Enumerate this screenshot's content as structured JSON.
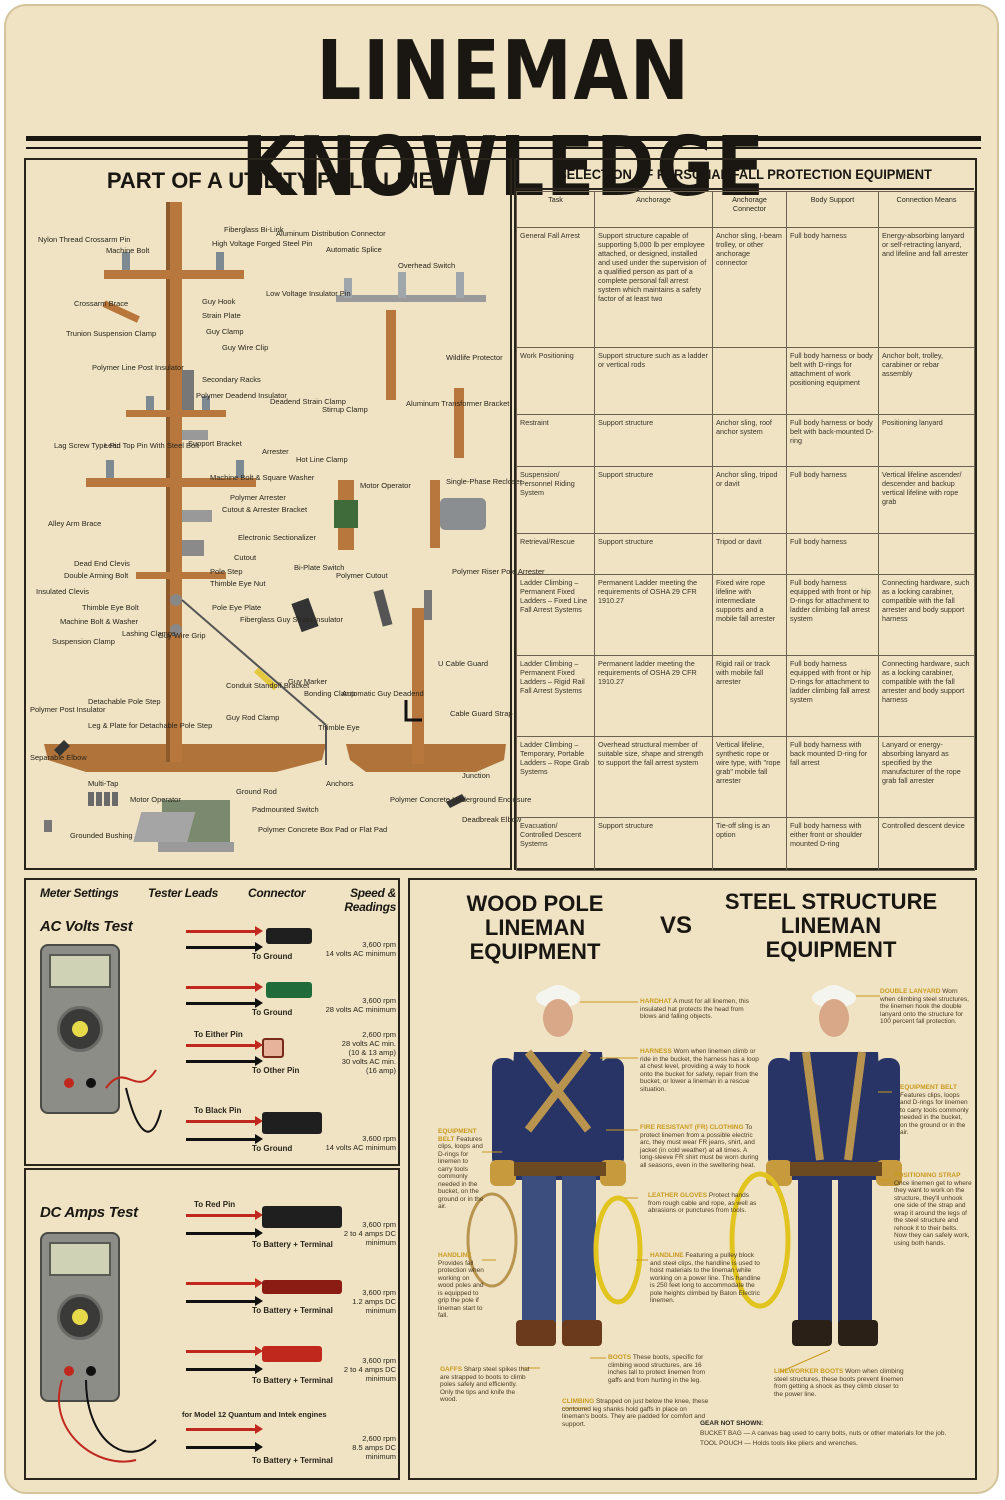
{
  "title": "LINEMAN KNOWLEDGE",
  "pole_panel": {
    "title": "PART OF A UTILITY POLE LINE",
    "labels": [
      "Nylon Thread Crossarm Pin",
      "Machine Bolt",
      "Fiberglass Bi-Link",
      "High Voltage Forged Steel Pin",
      "Aluminum Distribution Connector",
      "Automatic Splice",
      "Overhead Switch",
      "Crossarm Brace",
      "Guy Hook",
      "Low Voltage Insulator Pin",
      "Strain Plate",
      "Trunion Suspension Clamp",
      "Guy Clamp",
      "Guy Wire Clip",
      "Polymer Line Post Insulator",
      "Secondary Racks",
      "Wildlife Protector",
      "Polymer Deadend Insulator",
      "Deadend Strain Clamp",
      "Stirrup Clamp",
      "Aluminum Transformer Bracket",
      "Lag Screw Type Pin",
      "Lead Top Pin With Steel Bolt",
      "Support Bracket",
      "Arrester",
      "Hot Line Clamp",
      "Machine Bolt & Square Washer",
      "Polymer Arrester",
      "Motor Operator",
      "Single-Phase Recloser",
      "Cutout & Arrester Bracket",
      "Alley Arm Brace",
      "Electronic Sectionalizer",
      "Cutout",
      "Dead End Clevis",
      "Double Arming Bolt",
      "Pole Step",
      "Thimble Eye Nut",
      "Bi-Plate Switch",
      "Polymer Cutout",
      "Polymer Riser Pole Arrester",
      "Insulated Clevis",
      "Thimble Eye Bolt",
      "Pole Eye Plate",
      "Machine Bolt & Washer",
      "Fiberglass Guy Strain Insulator",
      "Lashing Clamps",
      "Guy Wire Grip",
      "Suspension Clamp",
      "Guy Marker",
      "U Cable Guard",
      "Conduit Standoff Bracket",
      "Bonding Clamp",
      "Automatic Guy Deadend",
      "Cable Guard Strap",
      "Polymer Post Insulator",
      "Detachable Pole Step",
      "Guy Rod Clamp",
      "Thimble Eye",
      "Leg & Plate for Detachable Pole Step",
      "Separable Elbow",
      "Anchors",
      "Junction",
      "Ground Rod",
      "Multi-Tap",
      "Motor Operator",
      "Padmounted Switch",
      "Polymer Concrete Underground Enclosure",
      "Deadbreak Elbow",
      "Polymer Concrete Box Pad or Flat Pad",
      "Grounded Bushing"
    ]
  },
  "fall_table": {
    "title": "SELECTION OF PERSONAL FALL PROTECTION EQUIPMENT",
    "headers": [
      "Task",
      "Anchorage",
      "Anchorage Connector",
      "Body Support",
      "Connection Means"
    ],
    "rows": [
      [
        "General Fall Arrest",
        "Support structure capable of supporting 5,000 lb per employee attached, or designed, installed and used under the supervision of a qualified person as part of a complete personal fall arrest system which maintains a safety factor of at least two",
        "Anchor sling, I-beam trolley, or other anchorage connector",
        "Full body harness",
        "Energy-absorbing lanyard or self-retracting lanyard, and lifeline and fall arrester"
      ],
      [
        "Work Positioning",
        "Support structure such as a ladder or vertical rods",
        "",
        "Full body harness or body belt with D-rings for attachment of work positioning equipment",
        "Anchor bolt, trolley, carabiner or rebar assembly"
      ],
      [
        "Restraint",
        "Support structure",
        "Anchor sling, roof anchor system",
        "Full body harness or body belt with back-mounted D-ring",
        "Positioning lanyard"
      ],
      [
        "Suspension/ Personnel Riding System",
        "Support structure",
        "Anchor sling, tripod or davit",
        "Full body harness",
        "Vertical lifeline ascender/ descender and backup vertical lifeline with rope grab"
      ],
      [
        "Retrieval/Rescue",
        "Support structure",
        "Tripod or davit",
        "Full body harness",
        ""
      ],
      [
        "Ladder Climbing – Permanent Fixed Ladders – Fixed Line Fall Arrest Systems",
        "Permanent Ladder meeting the requirements of OSHA 29 CFR 1910.27",
        "Fixed wire rope lifeline with intermediate supports and a mobile fall arrester",
        "Full body harness equipped with front or hip D-rings for attachment to ladder climbing fall arrest system",
        "Connecting hardware, such as a locking carabiner, compatible with the fall arrester and body support harness"
      ],
      [
        "Ladder Climbing – Permanent Fixed Ladders – Rigid Rail Fall Arrest Systems",
        "Permanent ladder meeting the requirements of OSHA 29 CFR 1910.27",
        "Rigid rail or track with mobile fall arrester",
        "Full body harness equipped with front or hip D-rings for attachment to ladder climbing fall arrest system",
        "Connecting hardware, such as a locking carabiner, compatible with the fall arrester and body support harness"
      ],
      [
        "Ladder Climbing – Temporary, Portable Ladders – Rope Grab Systems",
        "Overhead structural member of suitable size, shape and strength to support the fall arrest system",
        "Vertical lifeline, synthetic rope or wire type, with \"rope grab\" mobile fall arrester",
        "Full body harness with back mounted D-ring for fall arrest",
        "Lanyard or energy-absorbing lanyard as specified by the manufacturer of the rope grab fall arrester"
      ],
      [
        "Evacuation/ Controlled Descent Systems",
        "Support structure",
        "Tie-off sling is an option",
        "Full body harness with either front or shoulder mounted D-ring",
        "Controlled descent device"
      ]
    ]
  },
  "meter_panel": {
    "col_meter": "Meter Settings",
    "col_leads": "Tester Leads",
    "col_connector": "Connector",
    "col_speed": "Speed & Readings",
    "ac_title": "AC Volts Test",
    "ac_rows": [
      {
        "top": "",
        "bottom": "To Ground",
        "spec": "3,600 rpm\n14 volts AC minimum"
      },
      {
        "top": "",
        "bottom": "To Ground",
        "spec": "3,600 rpm\n28 volts AC minimum"
      },
      {
        "top": "To Either Pin",
        "bottom": "To Other Pin",
        "spec": "2,600 rpm\n28 volts AC min.\n(10 & 13 amp)\n30 volts AC min.\n(16 amp)"
      },
      {
        "top": "To Black Pin",
        "bottom": "To Ground",
        "spec": "3,600 rpm\n14 volts AC minimum"
      }
    ],
    "dc_title": "DC Amps Test",
    "dc_rows": [
      {
        "top": "To Red Pin",
        "bottom": "To Battery + Terminal",
        "spec": "3,600 rpm\n2 to 4 amps DC\nminimum"
      },
      {
        "top": "",
        "bottom": "To Battery + Terminal",
        "spec": "3,600 rpm\n1.2 amps DC\nminimum"
      },
      {
        "top": "",
        "bottom": "To Battery + Terminal",
        "spec": "3,600 rpm\n2 to 4 amps DC\nminimum"
      },
      {
        "top": "",
        "bottom": "To Battery + Terminal",
        "spec": "2,600 rpm\n8.5 amps DC\nminimum"
      }
    ],
    "dc_note": "for Model 12 Quantum and Intek engines"
  },
  "equipment_panel": {
    "left_title_1": "WOOD POLE",
    "left_title_2": "LINEMAN",
    "left_title_3": "EQUIPMENT",
    "vs": "VS",
    "right_title_1": "STEEL STRUCTURE",
    "right_title_2": "LINEMAN",
    "right_title_3": "EQUIPMENT",
    "callouts": [
      {
        "name": "HARDHAT",
        "text": "A must for all linemen, this insulated hat protects the head from blows and falling objects."
      },
      {
        "name": "HARNESS",
        "text": "Worn when linemen climb or ride in the bucket, the harness has a loop at chest level, providing a way to hook onto the bucket for safety, repair from the bucket, or lower a lineman in a rescue situation."
      },
      {
        "name": "FIRE RESISTANT (FR) CLOTHING",
        "text": "To protect linemen from a possible electric arc, they must wear FR jeans, shirt, and jacket (in cold weather) at all times. A long-sleeve FR shirt must be worn during all seasons, even in the sweltering heat."
      },
      {
        "name": "EQUIPMENT BELT",
        "text": "Features clips, loops and D-rings for linemen to carry tools commonly needed in the bucket, on the ground or in the air."
      },
      {
        "name": "LEATHER GLOVES",
        "text": "Protect hands from rough cable and rope, as well as abrasions or punctures from tools."
      },
      {
        "name": "HANDLINE",
        "text": "Provides fall protection when working on wood poles and is equipped to grip the pole if lineman start to fall."
      },
      {
        "name": "HANDLINE",
        "text": "Featuring a pulley block and steel clips, the handline is used to hoist materials to the lineman while working on a power line. This handline is 250 feet long to accommodate the pole heights climbed by Baton Electric linemen."
      },
      {
        "name": "GAFFS",
        "text": "Sharp steel spikes that are strapped to boots to climb poles safely and efficiently. Only the tips and knife the wood."
      },
      {
        "name": "BOOTS",
        "text": "These boots, specific for climbing wood structures, are 16 inches tall to protect linemen from gaffs and from hurting in the leg."
      },
      {
        "name": "CLIMBING",
        "text": "Strapped on just below the knee, these contoured leg shanks hold gaffs in place on lineman's boots. They are padded for comfort and support."
      },
      {
        "name": "DOUBLE LANYARD",
        "text": "Worn when climbing steel structures, the linemen hook the double lanyard onto the structure for 100 percent fall protection."
      },
      {
        "name": "EQUIPMENT BELT",
        "text": "Features clips, loops and D-rings for linemen to carry tools commonly needed in the bucket, on the ground or in the air."
      },
      {
        "name": "POSITIONING STRAP",
        "text": "Once linemen get to where they want to work on the structure, they'll unhook one side of the strap and wrap it around the legs of the steel structure and rehook it to their belts. Now they can safely work, using both hands."
      },
      {
        "name": "LINEWORKER BOOTS",
        "text": "Worn when climbing steel structures, these boots prevent linemen from getting a shock as they climb closer to the power line."
      }
    ],
    "gear_note_title": "GEAR NOT SHOWN:",
    "gear_note_1": "BUCKET BAG — A canvas bag used to carry bolts, nuts or other materials for the job.",
    "gear_note_2": "TOOL POUCH — Holds tools like pliers and wrenches."
  }
}
